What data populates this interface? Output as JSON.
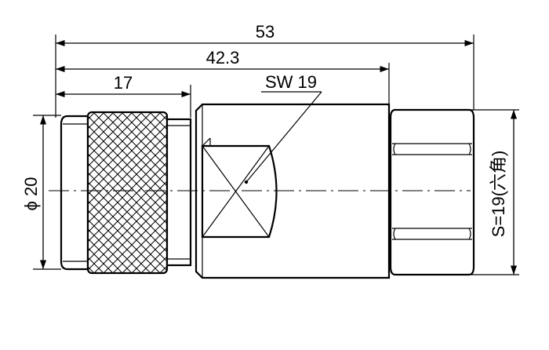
{
  "dimensions": {
    "overall_length": "53",
    "body_length": "42.3",
    "nut_length": "17",
    "wrench_size": "SW 19",
    "diameter": "ϕ 20",
    "hex_size": "S=19(六角)"
  },
  "colors": {
    "line": "#000000",
    "background": "#ffffff"
  }
}
